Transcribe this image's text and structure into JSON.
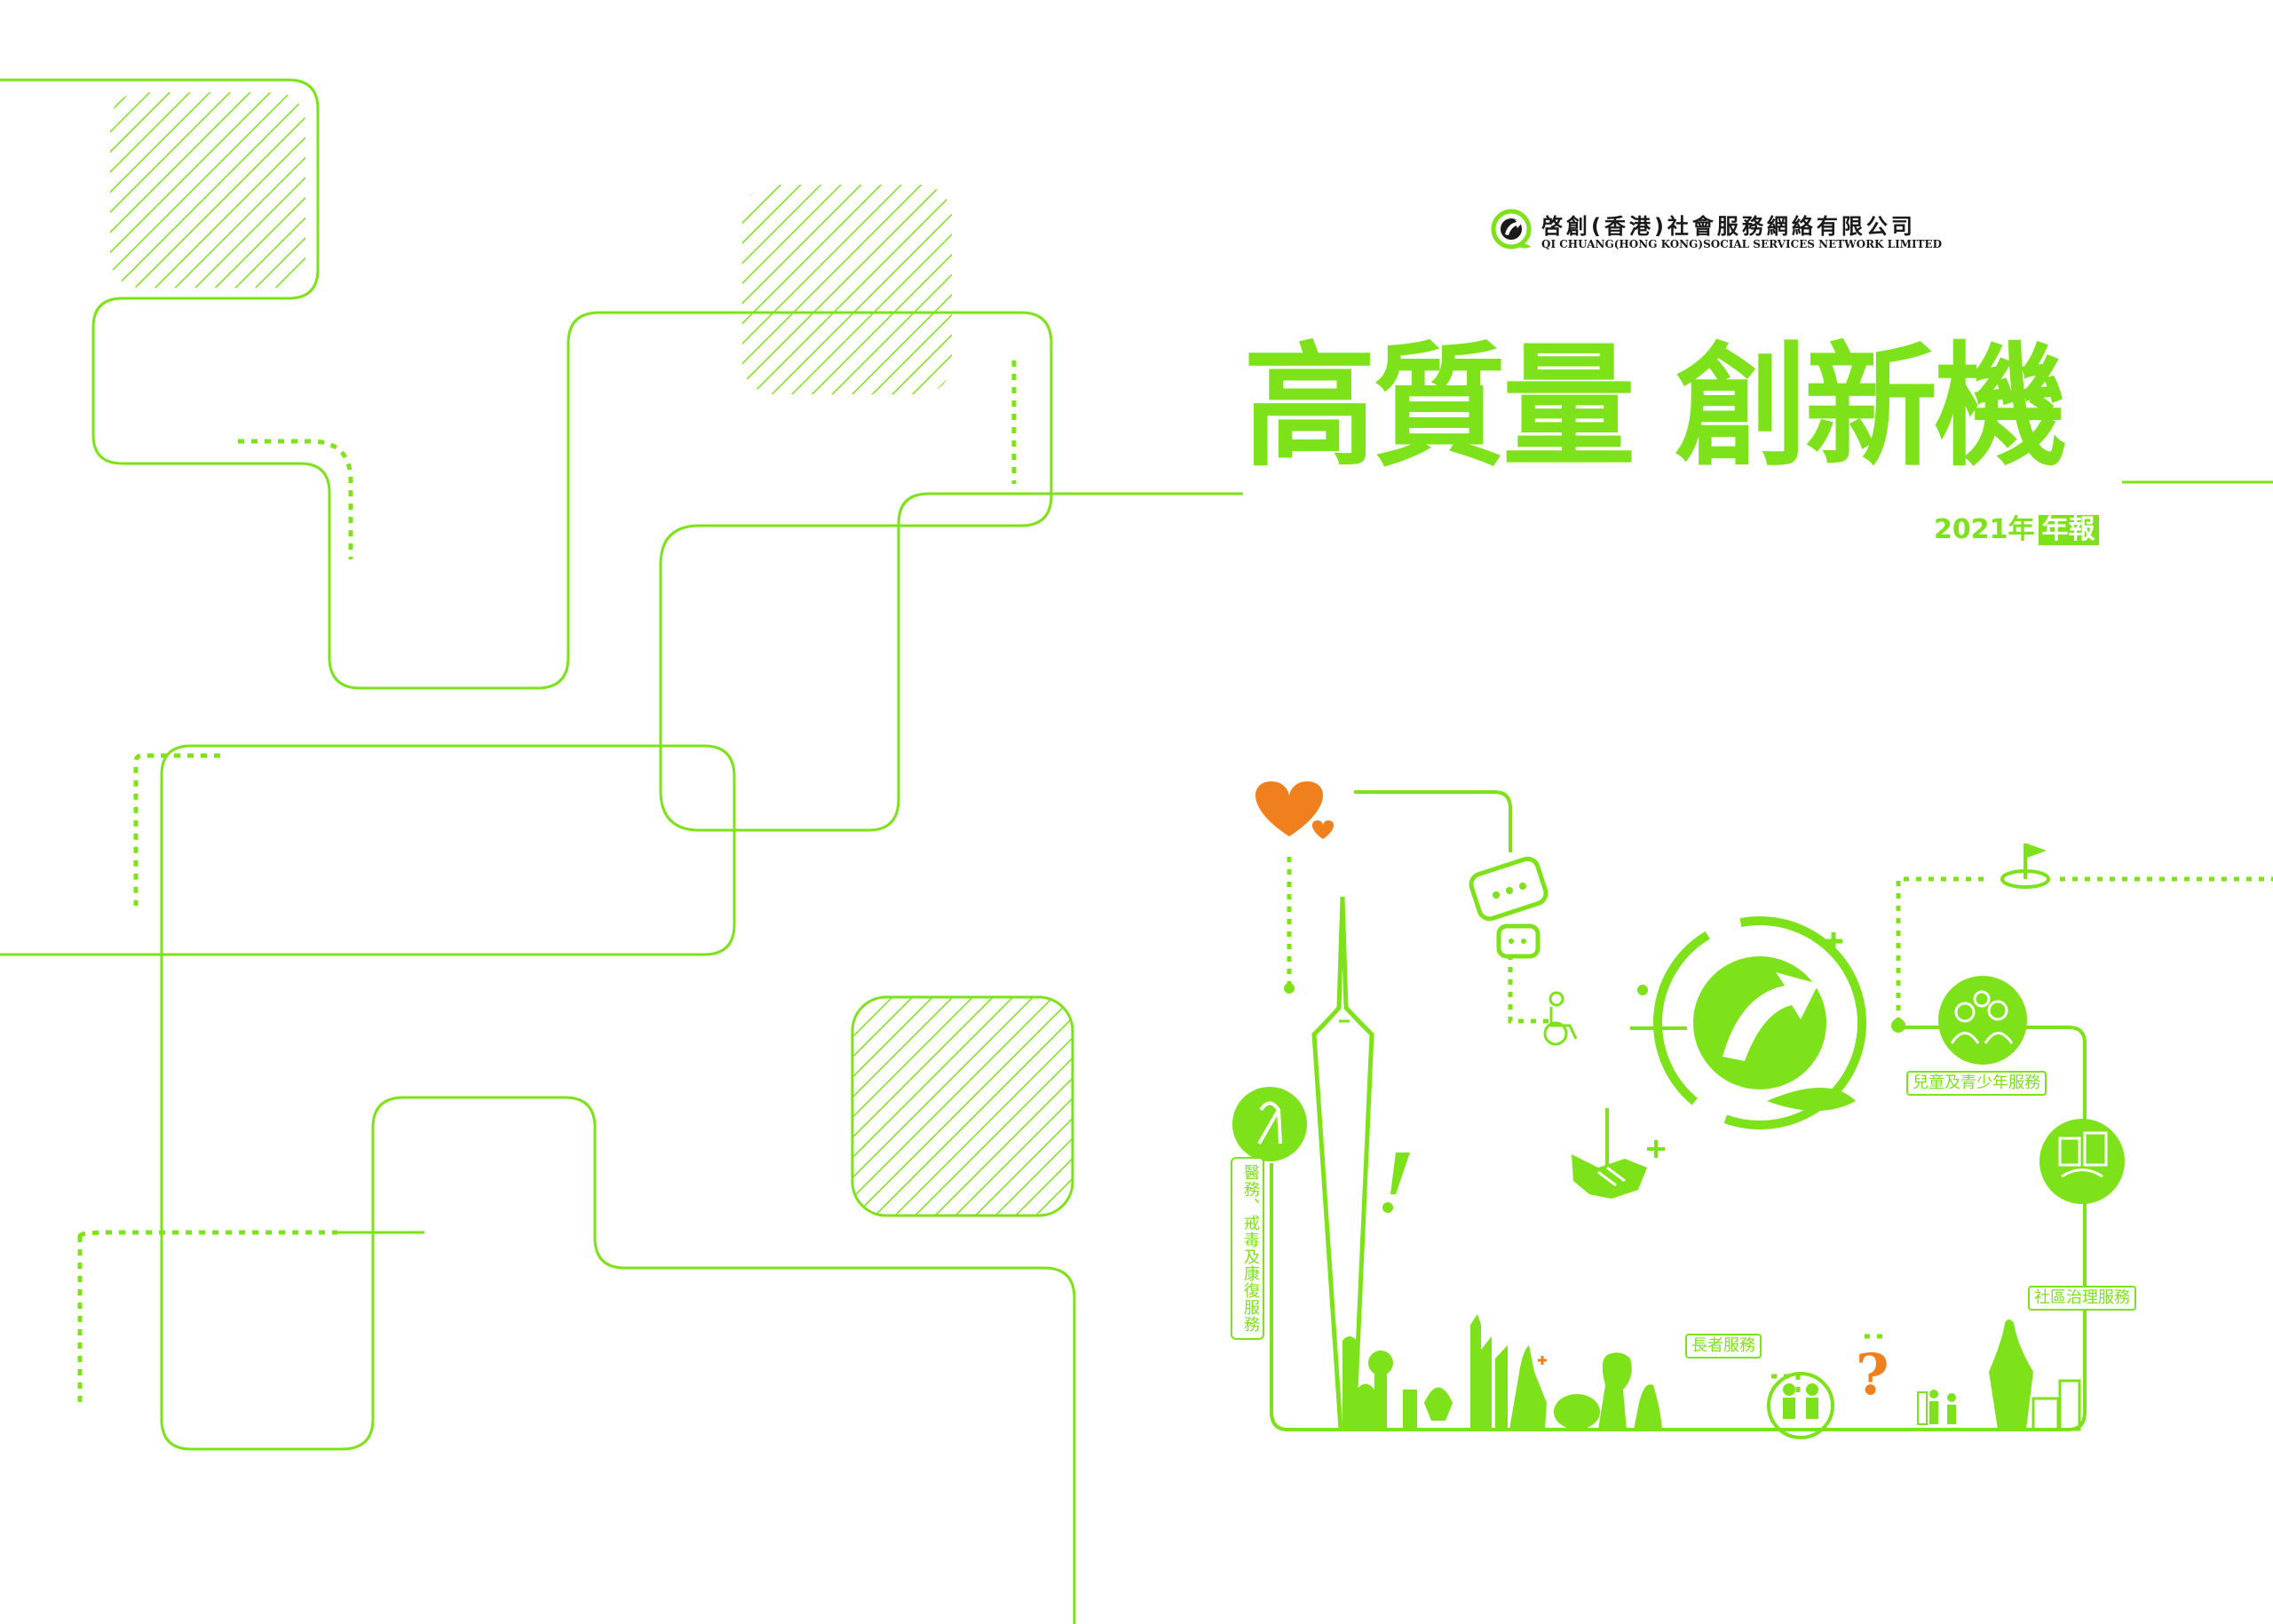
{
  "brand": {
    "name_zh": "啓創(香港)社會服務網絡有限公司",
    "name_en": "QI CHUANG(HONG KONG)SOCIAL SERVICES NETWORK LIMITED"
  },
  "cover": {
    "title": "高質量  創新機",
    "year_label": "2021年",
    "report_label": "年報"
  },
  "services": {
    "medical": "醫務、戒毒及康復服務",
    "youth": "兒童及青少年服務",
    "community": "社區治理服務",
    "elderly": "長者服務"
  },
  "colors": {
    "accent": "#7ee21a",
    "orange": "#f07f1e",
    "text_dark": "#1a1a1a",
    "background": "#ffffff"
  },
  "icons": [
    "logo-mark-icon",
    "heart-icon",
    "chat-bubble-icon",
    "wheelchair-icon",
    "handshake-icon",
    "plus-icon",
    "golf-flag-icon",
    "children-group-icon",
    "community-building-icon",
    "ribbon-icon",
    "exclamation-icon",
    "question-icon",
    "elderly-couple-icon",
    "family-icon",
    "tower-icon",
    "city-skyline-icon"
  ]
}
